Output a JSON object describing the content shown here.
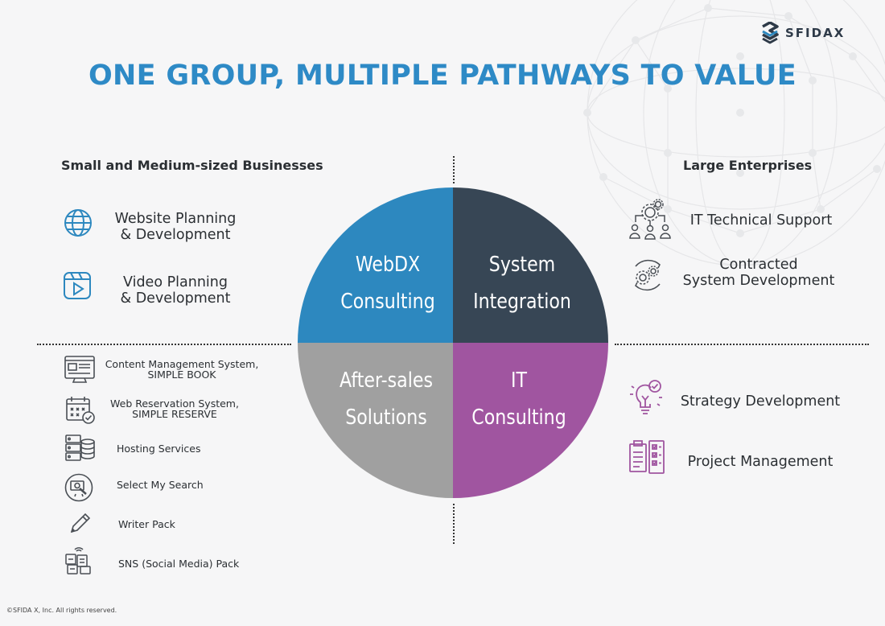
{
  "brand": {
    "name": "SFIDAX"
  },
  "title": "ONE GROUP, MULTIPLE PATHWAYS TO VALUE",
  "colors": {
    "title": "#2e8ac6",
    "webdx": "#2d88bf",
    "system_integration": "#374655",
    "after_sales": "#a0a0a0",
    "it_consulting": "#a055a0",
    "icon_blue": "#2d88bf",
    "icon_dark": "#4a4f55",
    "icon_purple": "#a055a0"
  },
  "left": {
    "heading": "Small and Medium-sized Businesses",
    "services": [
      {
        "line1": "Website Planning",
        "line2": "& Development",
        "icon": "globe-icon"
      },
      {
        "line1": "Video Planning",
        "line2": "& Development",
        "icon": "video-play-icon"
      }
    ],
    "products": [
      {
        "line1": "Content Management System,",
        "line2": "SIMPLE BOOK",
        "icon": "cms-window-icon"
      },
      {
        "line1": "Web Reservation System,",
        "line2": "SIMPLE RESERVE",
        "icon": "calendar-check-icon"
      },
      {
        "line1": "Hosting Services",
        "line2": "",
        "icon": "server-database-icon"
      },
      {
        "line1": "Select My Search",
        "line2": "",
        "icon": "search-gear-icon"
      },
      {
        "line1": "Writer Pack",
        "line2": "",
        "icon": "pen-icon"
      },
      {
        "line1": "SNS (Social Media) Pack",
        "line2": "",
        "icon": "social-media-icon"
      }
    ]
  },
  "right": {
    "heading": "Large Enterprises",
    "services": [
      {
        "line1": "IT Technical Support",
        "line2": "",
        "icon": "team-gears-icon"
      },
      {
        "line1": "Contracted",
        "line2": "System Development",
        "icon": "gears-circle-icon"
      },
      {
        "line1": "Strategy Development",
        "line2": "",
        "icon": "lightbulb-check-icon"
      },
      {
        "line1": "Project Management",
        "line2": "",
        "icon": "checklist-icon"
      }
    ]
  },
  "quadrants": {
    "webdx": {
      "line1": "WebDX",
      "line2": "Consulting"
    },
    "system_integration": {
      "line1": "System",
      "line2": "Integration"
    },
    "after_sales": {
      "line1": "After-sales",
      "line2": "Solutions"
    },
    "it_consulting": {
      "line1": "IT",
      "line2": "Consulting"
    }
  },
  "footer": "©SFIDA X, Inc. All rights reserved."
}
